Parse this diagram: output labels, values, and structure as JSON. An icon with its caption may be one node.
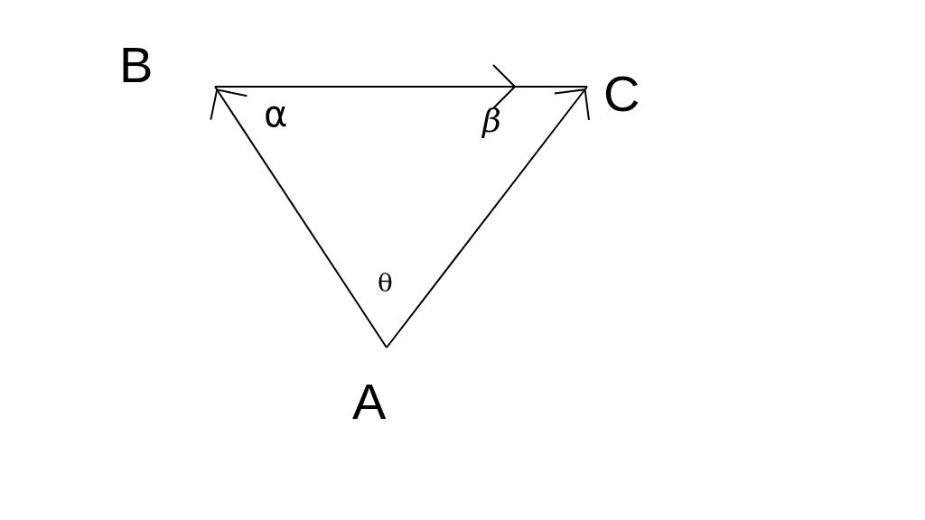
{
  "diagram": {
    "nodes": [
      {
        "text": [
          "B"
        ]
      },
      {
        "text": [
          "C"
        ]
      },
      {
        "text": [
          "A"
        ]
      }
    ],
    "edges": [
      {
        "from": 0,
        "to": 1,
        "arrow": "to"
      },
      {
        "from": 2,
        "to": 0,
        "arrow": "to"
      },
      {
        "from": 2,
        "to": 1,
        "arrow": "to"
      }
    ],
    "labels": [
      "α",
      "β",
      "θ"
    ]
  }
}
